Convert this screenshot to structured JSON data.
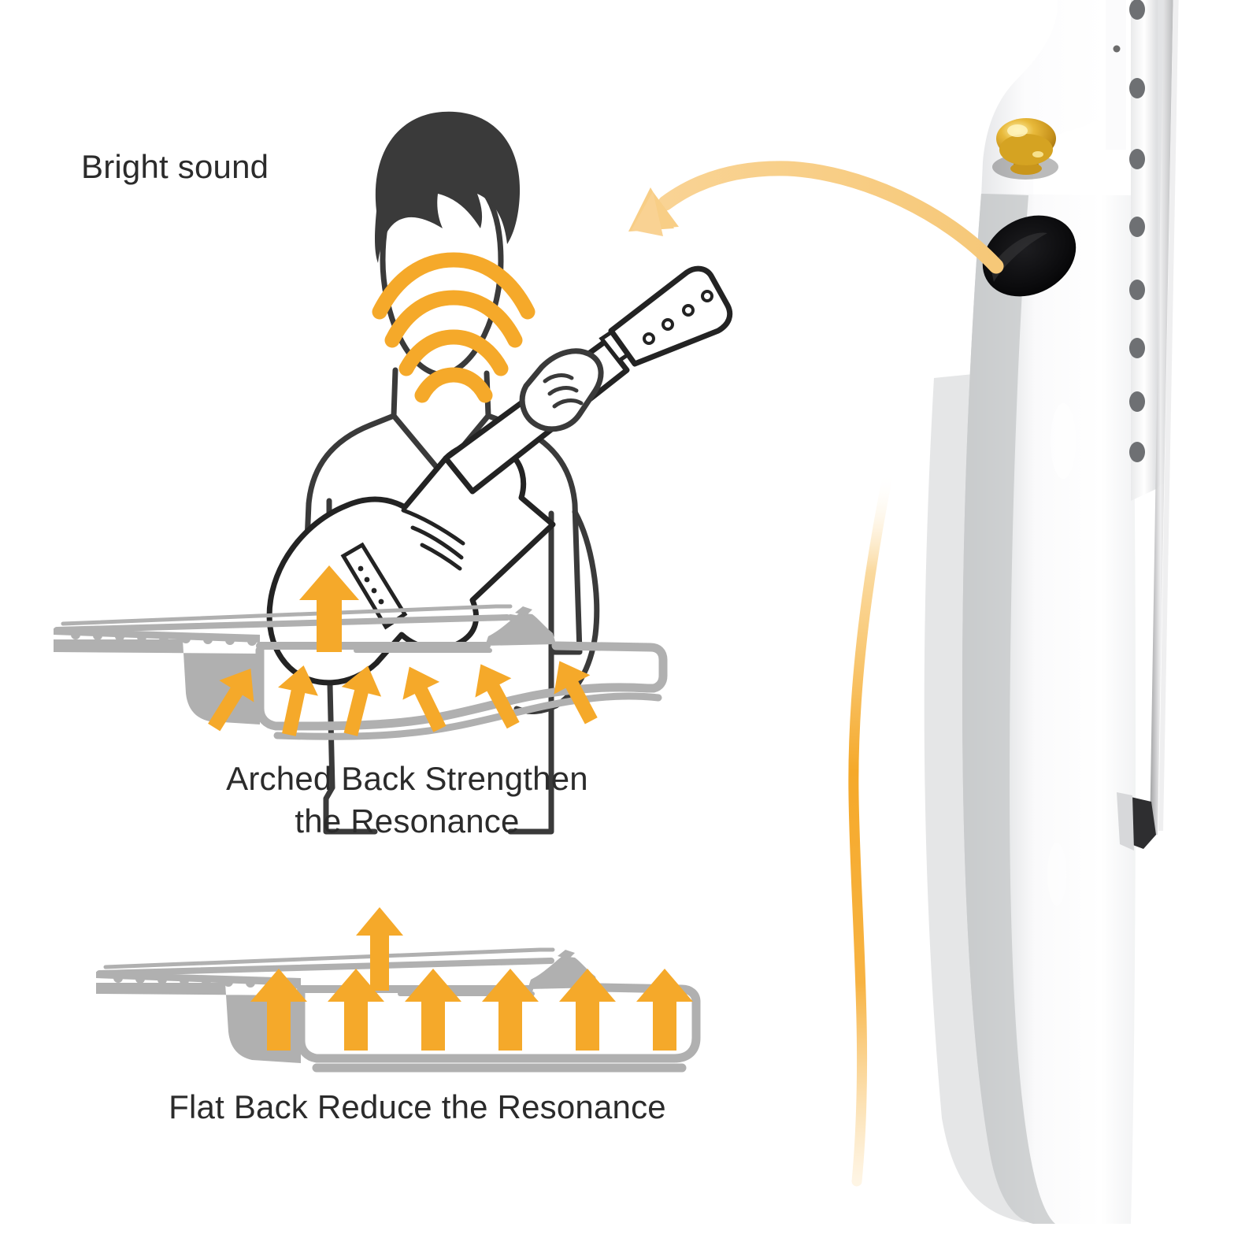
{
  "page": {
    "background_color": "#ffffff",
    "accent_orange": "#F5A92A",
    "accent_orange_light": "#F7CE85",
    "diagram_gray": "#B0B0B0",
    "line_dark": "#3A3A3A",
    "hair_dark": "#3A3A3A",
    "text_color": "#2b2b2b",
    "gold": "#D9A521",
    "sound_port_black": "#0E0E10"
  },
  "labels": {
    "bright_sound": "Bright sound",
    "arched_back_line1": "Arched Back Strengthen",
    "arched_back_line2": "the Resonance",
    "flat_back": "Flat Back Reduce the Resonance"
  },
  "illustration": {
    "name": "person-playing-ukulele-line-art",
    "sound_waves_icon": "sound-wave-arcs-icon",
    "wave_arc_count": 4,
    "hair_color": "#3A3A3A",
    "outline_color": "#3A3A3A"
  },
  "callout_arrow": {
    "name": "curved-arrow-icon",
    "color": "#F7CE85",
    "direction": "right-to-left",
    "from": "guitar-sound-port",
    "to": "player-illustration"
  },
  "diagrams": [
    {
      "id": "arched-back",
      "name": "arched-back-cross-section",
      "caption_lines": [
        "Arched Back Strengthen",
        "the Resonance"
      ],
      "body_outline_color": "#B0B0B0",
      "arrow_color": "#F5A92A",
      "inner_arrow_count": 6,
      "inner_arrow_style": "angled-converging",
      "top_arrow": {
        "name": "up-arrow-icon",
        "count": 1
      },
      "back_profile": "arched"
    },
    {
      "id": "flat-back",
      "name": "flat-back-cross-section",
      "caption_lines": [
        "Flat Back Reduce the Resonance"
      ],
      "body_outline_color": "#B0B0B0",
      "arrow_color": "#F5A92A",
      "inner_arrow_count": 6,
      "inner_arrow_style": "vertical-parallel",
      "top_arrow": {
        "name": "up-arrow-icon",
        "count": 1
      },
      "back_profile": "flat"
    }
  ],
  "product_photo": {
    "name": "white-ukulele-side-view-photo",
    "body_color": "#FDFDFD",
    "shadow_color": "#C9CACC",
    "features": [
      {
        "name": "strap-button",
        "color": "#D9A521",
        "label": "gold strap button"
      },
      {
        "name": "side-sound-port",
        "color": "#0E0E10",
        "label": "side sound port"
      },
      {
        "name": "fret-row",
        "label": "frets along fingerboard edge"
      },
      {
        "name": "string-row",
        "label": "strings"
      },
      {
        "name": "end-pin",
        "color": "#2E2E2E",
        "label": "end pin / strap pin"
      },
      {
        "name": "side-dot-marker",
        "color": "#6C6C6C",
        "label": "fret side dot"
      }
    ],
    "accent_curve": {
      "name": "arched-back-accent-curve",
      "color": "#F5A92A"
    }
  }
}
